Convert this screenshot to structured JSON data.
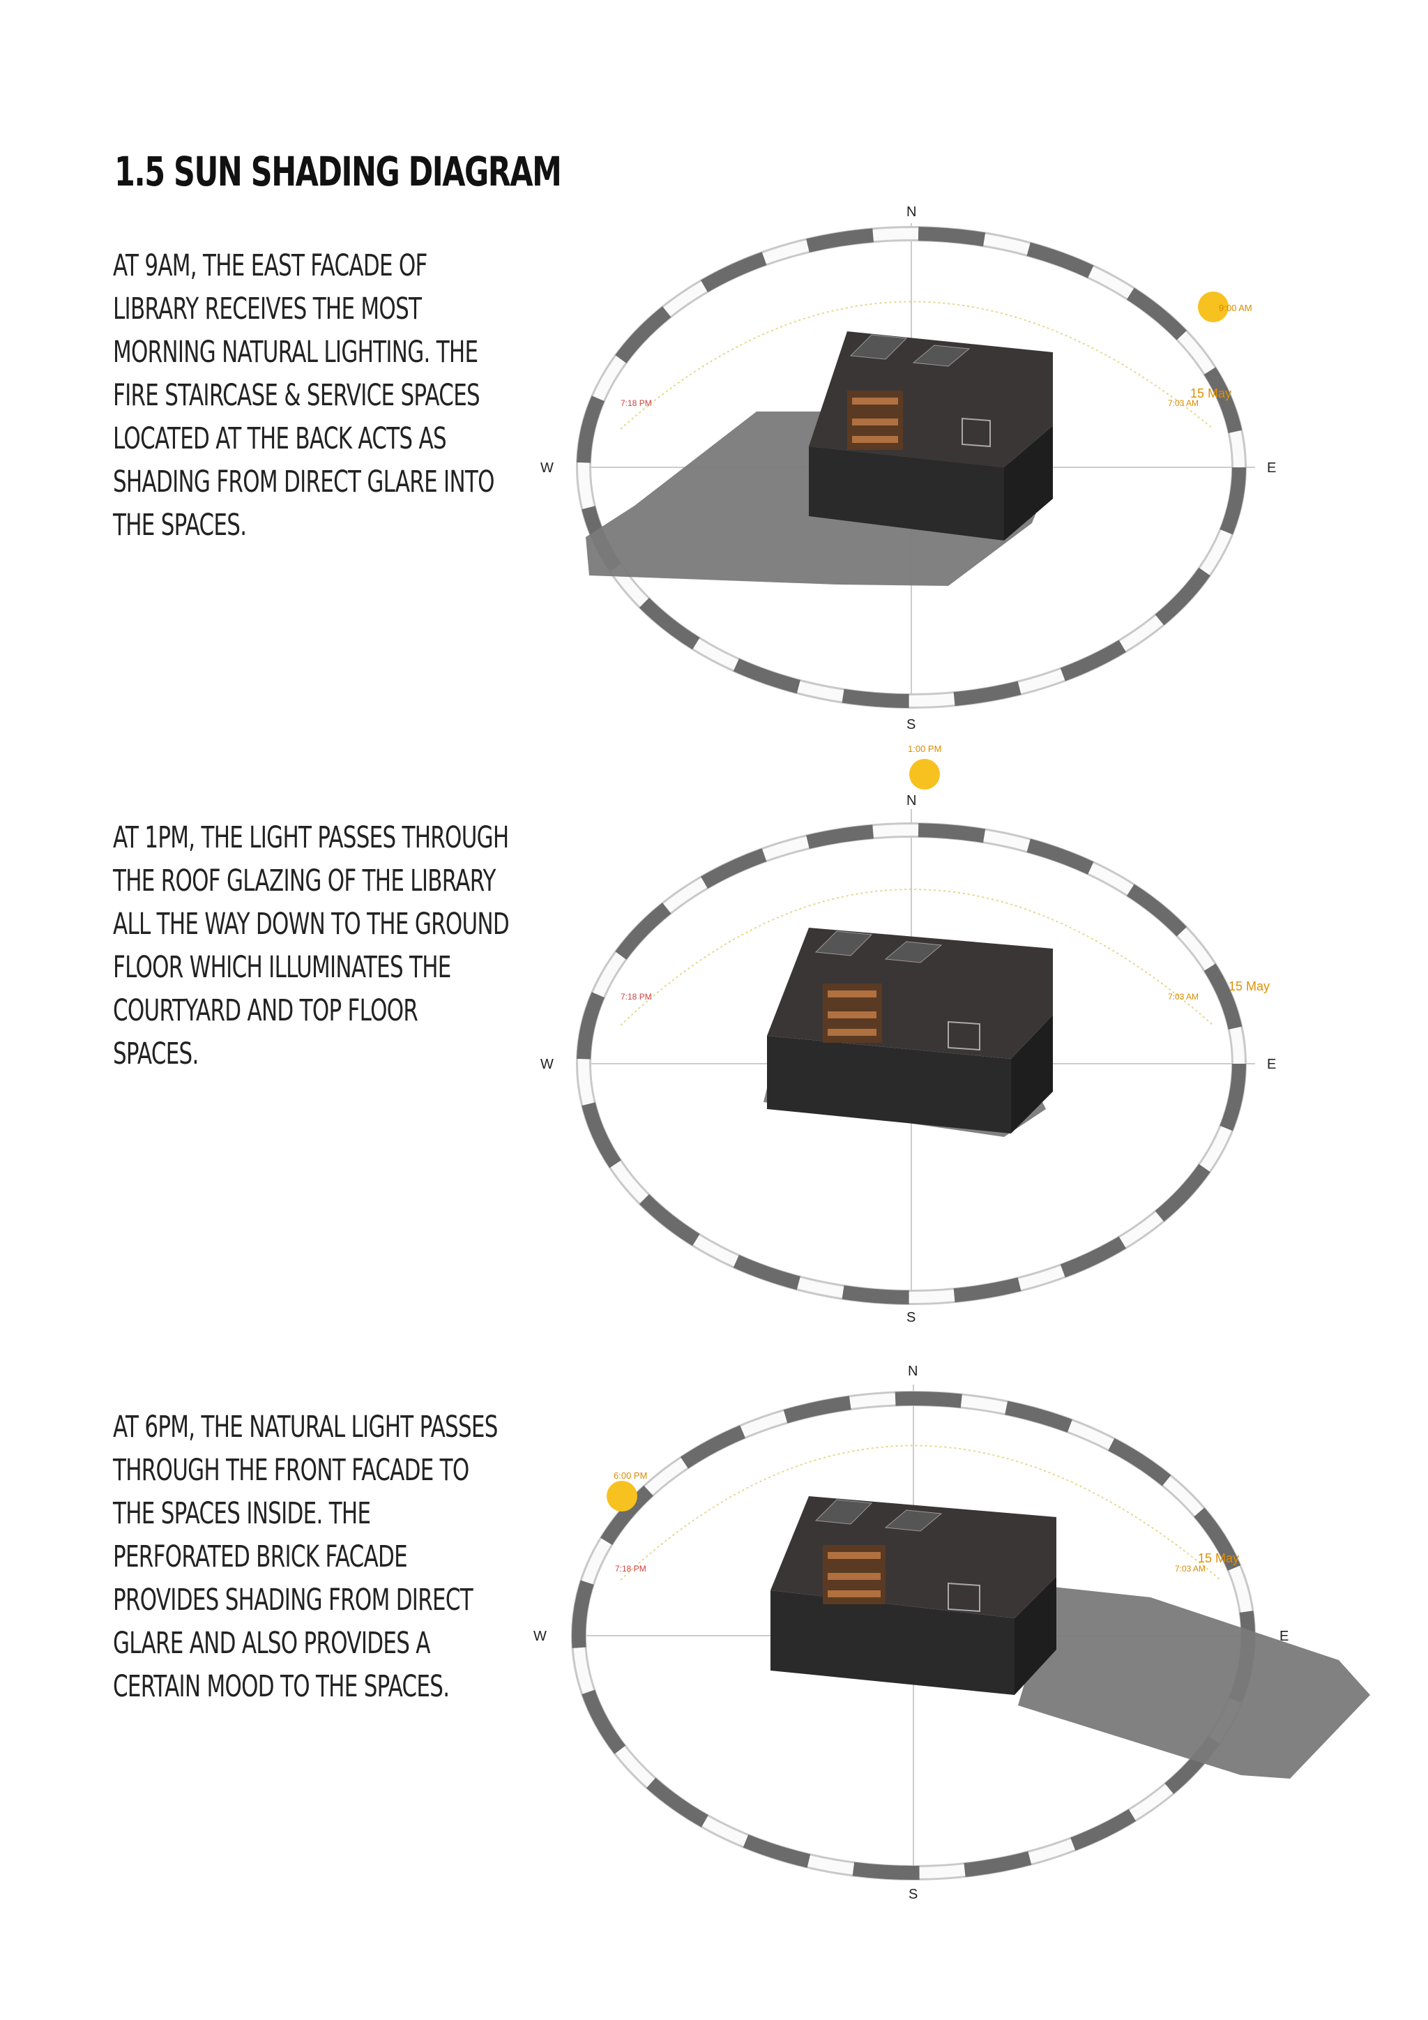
{
  "title": "1.5 Sun Shading Diagram",
  "sections": [
    {
      "text": "At 9AM, the east facade of library receives the most morning natural lighting. The fire staircase & service spaces located at the back acts as shading from direct glare into the spaces.",
      "sun_label": "9:00 AM",
      "sunset_label": "7:18 PM",
      "sunrise_label": "7:03 AM",
      "date_label": "15 May"
    },
    {
      "text": "At 1PM, the light passes through the roof glazing of the library all the way down to the ground floor which illuminates the courtyard and top floor spaces.",
      "sun_label": "1:00 PM",
      "sunset_label": "7:18 PM",
      "sunrise_label": "7:03 AM",
      "date_label": "15 May"
    },
    {
      "text": "At 6PM, the natural light passes through the front facade to the spaces inside. The perforated brick facade provides shading from direct glare and also provides a certain mood to the spaces.",
      "sun_label": "6:00 PM",
      "sunset_label": "7:18 PM",
      "sunrise_label": "7:03 AM",
      "date_label": "15 May"
    }
  ],
  "compass": {
    "north": "N",
    "south": "S",
    "east": "E",
    "west": "W"
  },
  "colors": {
    "sun": "#f7c11f",
    "ring_dark": "#6b6b6b",
    "shadow": "#7a7a7a",
    "building": "#2a2a2a"
  },
  "icons": [
    "sun-icon",
    "building-model",
    "compass-ring"
  ]
}
